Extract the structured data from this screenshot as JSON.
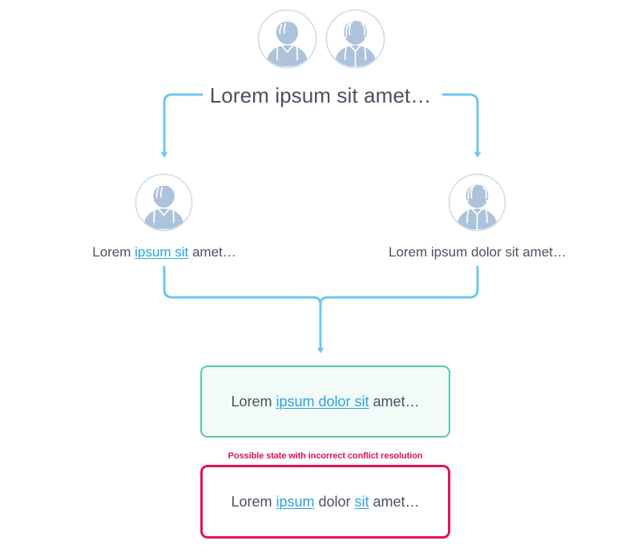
{
  "diagram": {
    "root": {
      "title": "Lorem ipsum sit amet…",
      "avatars": [
        {
          "icon": "user-avatar-male-icon"
        },
        {
          "icon": "user-avatar-female-icon"
        }
      ]
    },
    "branches": [
      {
        "icon": "user-avatar-male-icon",
        "segments": [
          {
            "text": "Lorem ",
            "highlight": false
          },
          {
            "text": "ipsum sit",
            "highlight": true
          },
          {
            "text": " amet…",
            "highlight": false
          }
        ]
      },
      {
        "icon": "user-avatar-female-icon",
        "segments": [
          {
            "text": "Lorem ipsum dolor sit amet…",
            "highlight": false
          }
        ]
      }
    ],
    "results": [
      {
        "id": "merged-correct",
        "segments": [
          {
            "text": "Lorem ",
            "highlight": false
          },
          {
            "text": "ipsum dolor sit",
            "highlight": true
          },
          {
            "text": " amet…",
            "highlight": false
          }
        ]
      },
      {
        "id": "merged-incorrect",
        "warning": "Possible state with incorrect conflict resolution",
        "segments": [
          {
            "text": "Lorem ",
            "highlight": false
          },
          {
            "text": "ipsum",
            "highlight": true
          },
          {
            "text": " dolor ",
            "highlight": false
          },
          {
            "text": "sit",
            "highlight": true
          },
          {
            "text": " amet…",
            "highlight": false
          }
        ]
      }
    ],
    "colors": {
      "connector": "#6ec8ee",
      "text": "#4a5160",
      "highlight": "#29a3e0",
      "avatar": "#adc3dc",
      "success_border": "#5bc4b4",
      "success_fill": "#f2fbf8",
      "error_border": "#e0115f",
      "error_fill": "#ffffff"
    }
  }
}
